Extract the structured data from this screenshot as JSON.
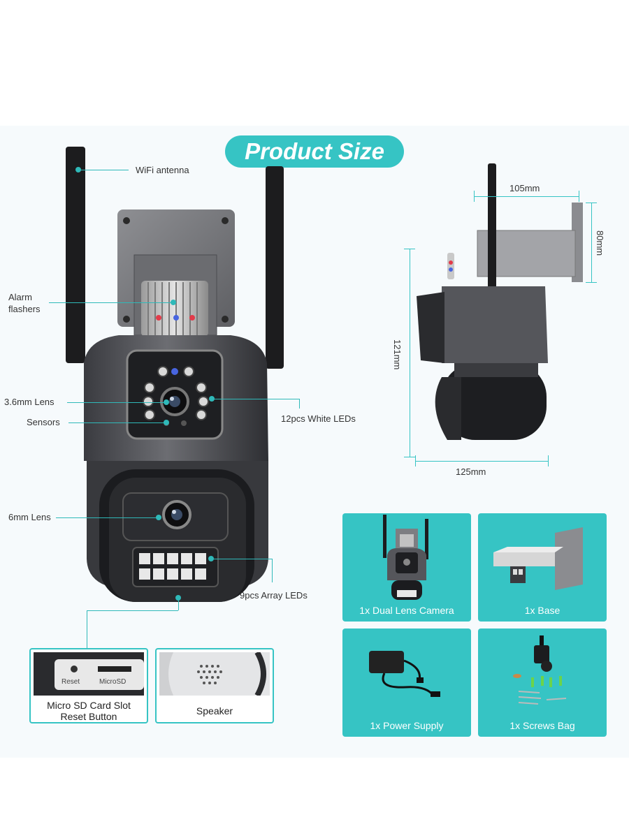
{
  "title": "Product Size",
  "callouts": {
    "wifi_antenna": "WiFi antenna",
    "alarm_flashers_line1": "Alarm",
    "alarm_flashers_line2": "flashers",
    "lens_36": "3.6mm Lens",
    "sensors": "Sensors",
    "white_leds": "12pcs White LEDs",
    "lens_6": "6mm Lens",
    "array_leds": "9pcs Array LEDs"
  },
  "dimensions": {
    "width_top": "105mm",
    "mount_height": "80mm",
    "body_height": "121mm",
    "width_bottom": "125mm"
  },
  "detail_boxes": [
    {
      "line1": "Micro SD Card Slot",
      "line2": "Reset Button",
      "reset_text": "Reset",
      "sd_text": "MicroSD"
    },
    {
      "line1": "Speaker"
    }
  ],
  "package": [
    {
      "label": "1x Dual Lens Camera"
    },
    {
      "label": "1x Base"
    },
    {
      "label": "1x Power Supply"
    },
    {
      "label": "1x Screws Bag"
    }
  ],
  "colors": {
    "accent": "#36c4c4",
    "body": "#55565b",
    "dark": "#1f2023"
  }
}
